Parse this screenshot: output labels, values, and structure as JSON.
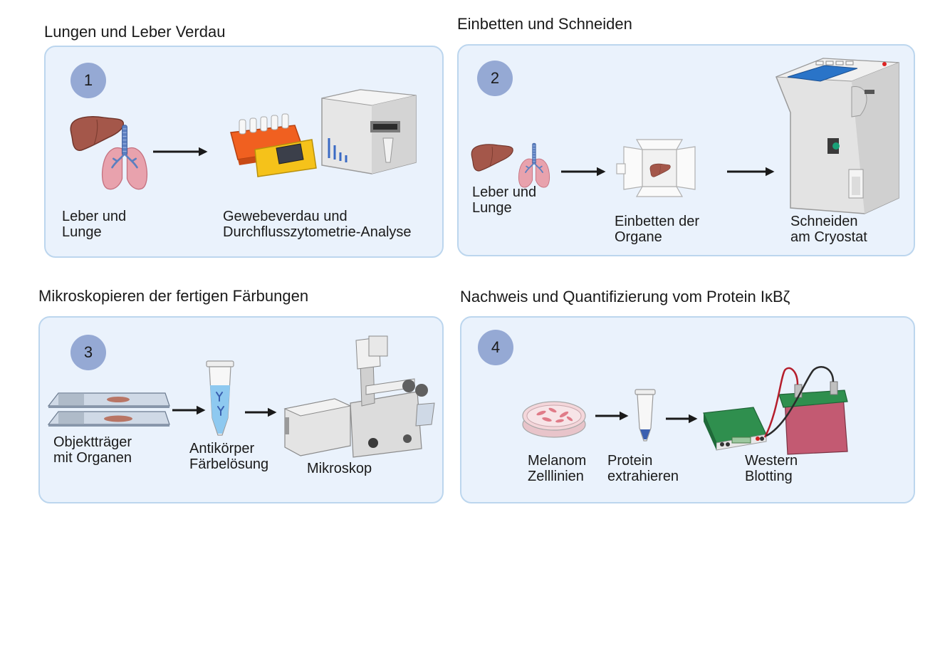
{
  "sections": [
    {
      "title": "Lungen und Leber Verdau",
      "number": "1",
      "labels": {
        "organs": [
          "Leber und",
          "Lunge"
        ],
        "analysis": [
          "Gewebeverdau und",
          "Durchflusszytometrie-Analyse"
        ]
      }
    },
    {
      "title": "Einbetten und Schneiden",
      "number": "2",
      "labels": {
        "organs": [
          "Leber und",
          "Lunge"
        ],
        "embedding": [
          "Einbetten der",
          "Organe"
        ],
        "cutting": [
          "Schneiden",
          "am Cryostat"
        ]
      }
    },
    {
      "title": "Mikroskopieren der fertigen Färbungen",
      "number": "3",
      "labels": {
        "slides": [
          "Objektträger",
          "mit Organen"
        ],
        "antibody": [
          "Antikörper",
          "Färbelösung"
        ],
        "microscope": [
          "Mikroskop"
        ]
      }
    },
    {
      "title": "Nachweis und Quantifizierung vom Protein IκBζ",
      "number": "4",
      "labels": {
        "cells": [
          "Melanom",
          "Zelllinien"
        ],
        "protein": [
          "Protein",
          "extrahieren"
        ],
        "blot": [
          "Western",
          "Blotting"
        ]
      }
    }
  ],
  "colors": {
    "panel_bg": "#eaf2fc",
    "panel_border": "#bcd6ee",
    "badge": "#95a9d4",
    "liver": "#a4574a",
    "lung": "#e8a2ad",
    "trachea": "#5b7fc0"
  }
}
